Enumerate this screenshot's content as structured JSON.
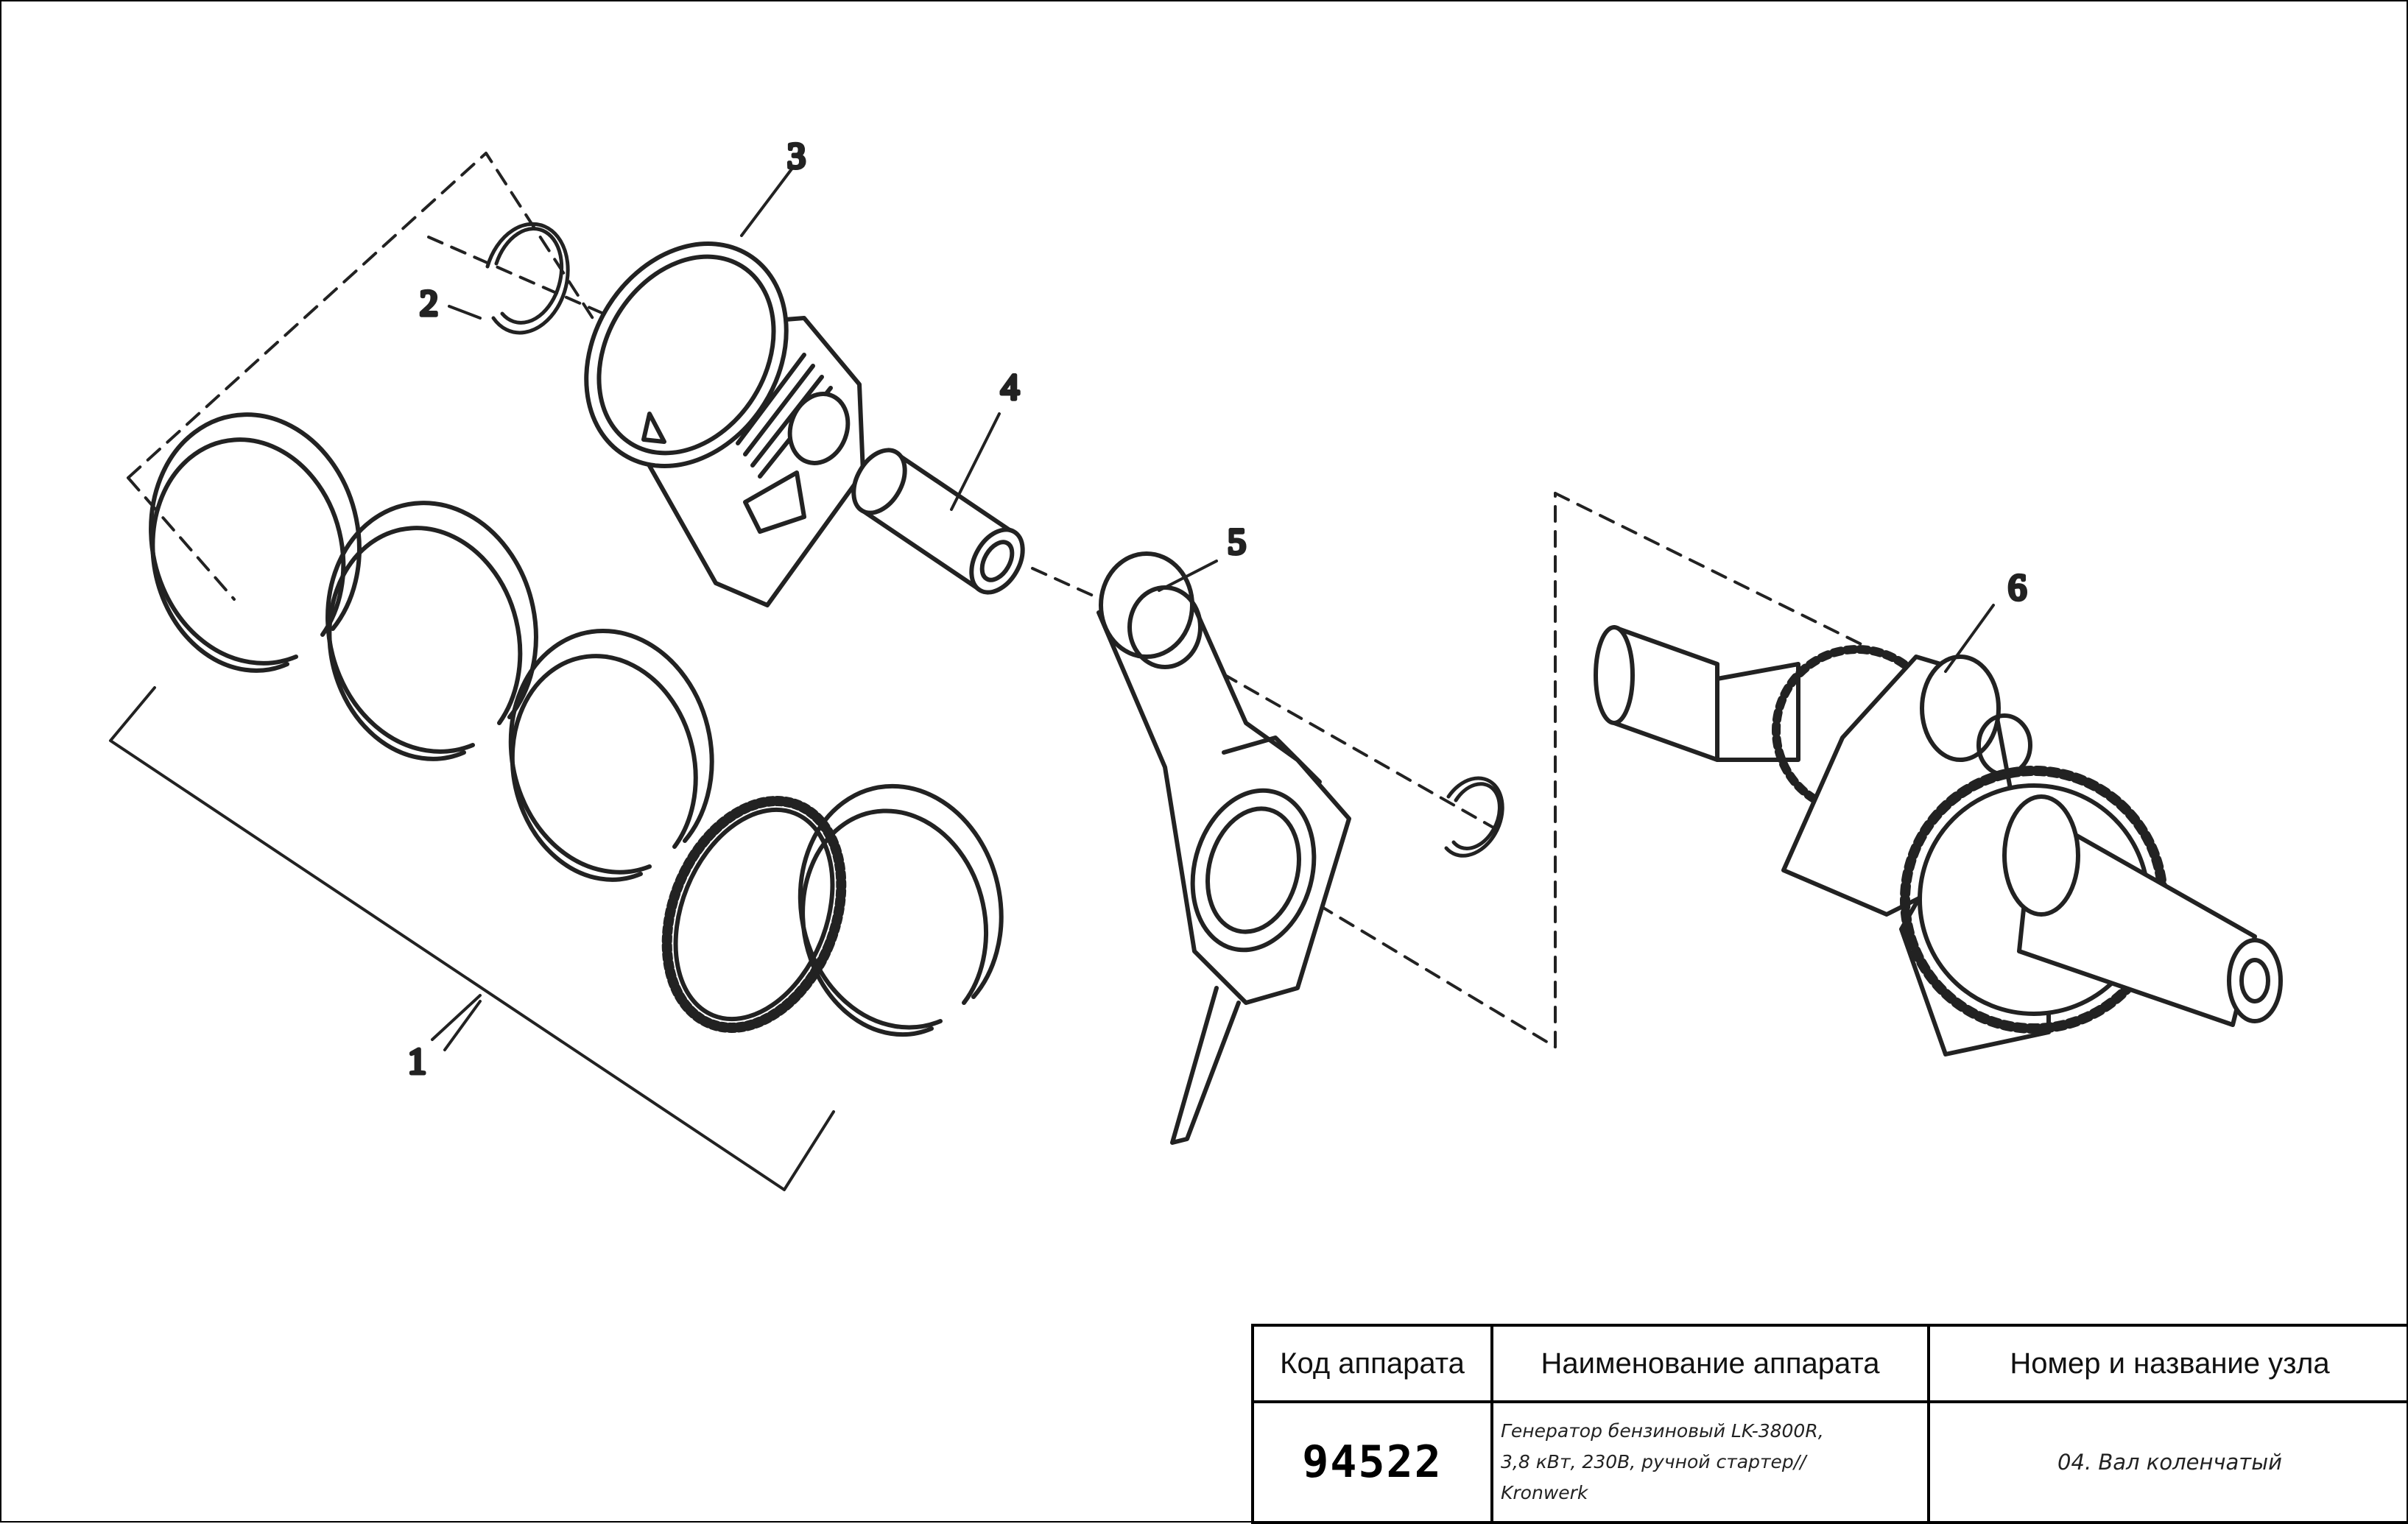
{
  "diagram": {
    "callouts": [
      "1",
      "2",
      "3",
      "4",
      "5",
      "6"
    ]
  },
  "title_block": {
    "headers": {
      "code": "Код аппарата",
      "name": "Наименование аппарата",
      "unit": "Номер и название узла"
    },
    "code": "94522",
    "name_lines": [
      "Генератор бензиновый LK-3800R,",
      "3,8 кВт, 230В, ручной стартер//",
      "Kronwerk"
    ],
    "unit": "04. Вал коленчатый"
  }
}
